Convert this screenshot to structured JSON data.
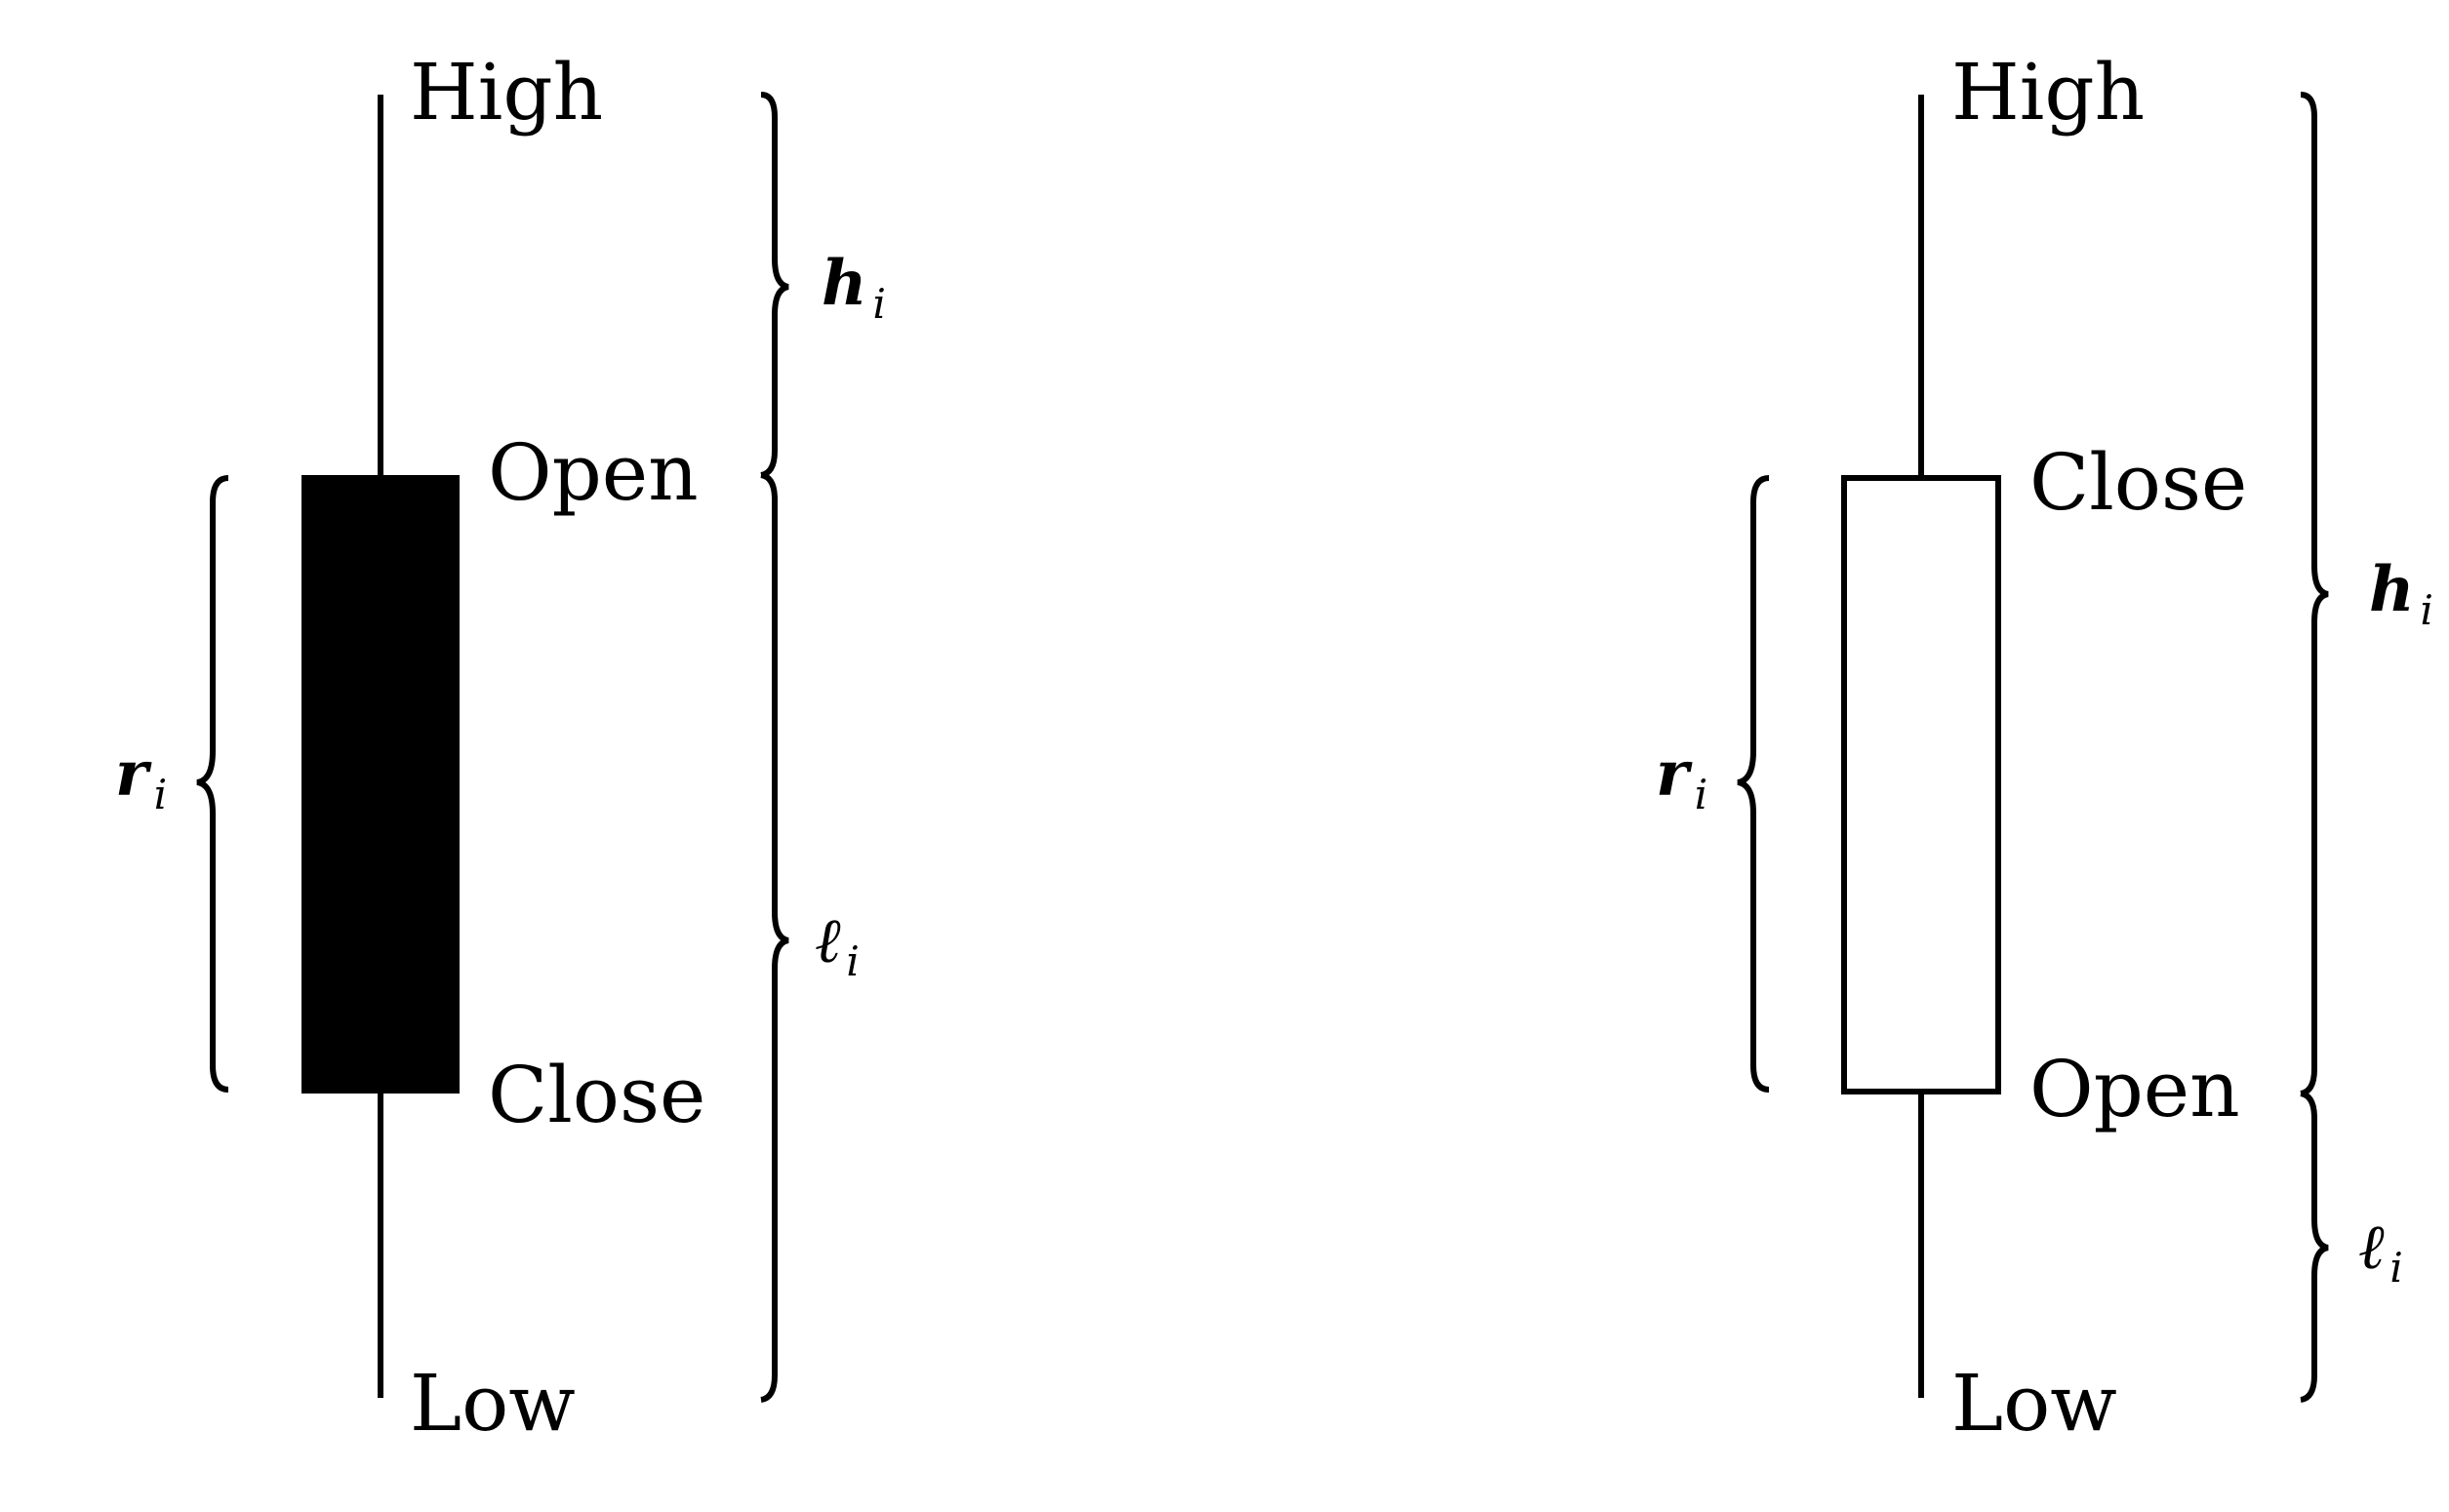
{
  "colors": {
    "ink": "#000000",
    "background": "#ffffff"
  },
  "left_candle": {
    "body_style": "filled",
    "top_label": "High",
    "body_top_label": "Open",
    "body_bottom_label": "Close",
    "bottom_label": "Low",
    "range_brace": {
      "var": "r",
      "sub": "i"
    },
    "upper_brace": {
      "var": "h",
      "sub": "i"
    },
    "lower_brace": {
      "var": "ℓ",
      "sub": "i"
    }
  },
  "right_candle": {
    "body_style": "hollow",
    "top_label": "High",
    "body_top_label": "Close",
    "body_bottom_label": "Open",
    "bottom_label": "Low",
    "range_brace": {
      "var": "r",
      "sub": "i"
    },
    "upper_brace": {
      "var": "h",
      "sub": "i"
    },
    "lower_brace": {
      "var": "ℓ",
      "sub": "i"
    }
  }
}
